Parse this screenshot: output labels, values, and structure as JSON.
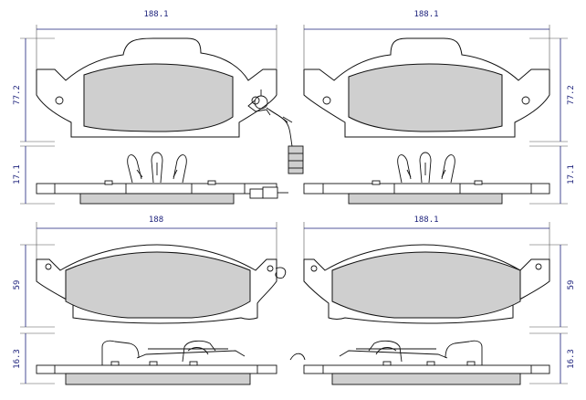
{
  "dimensions": {
    "top_left_width": "188.1",
    "top_right_width": "188.1",
    "top_left_height": "77.2",
    "top_right_height": "77.2",
    "top_left_thickness": "17.1",
    "top_right_thickness": "17.1",
    "bottom_left_width": "188",
    "bottom_right_width": "188.1",
    "bottom_left_height": "59",
    "bottom_right_height": "59",
    "bottom_left_thickness": "16.3",
    "bottom_right_thickness": "16.3"
  },
  "colors": {
    "dimension": "#1a1f7a",
    "lining": "#cfcfcf",
    "outline": "#111111"
  }
}
